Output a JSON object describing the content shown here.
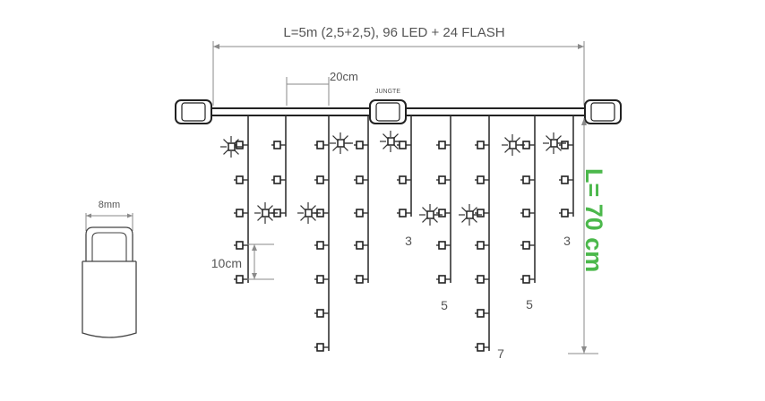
{
  "diagram": {
    "total_spec": "L=5m (2,5+2,5), 96 LED + 24 FLASH",
    "spacing_label": "20cm",
    "connector_label": "JUNGTE",
    "led_spacing_label": "10cm",
    "width_label": "8mm",
    "height_label": "L= 70 cm",
    "drop_counts": [
      "3",
      "5",
      "7",
      "5",
      "3"
    ],
    "colors": {
      "line": "#222222",
      "dimension": "#8a8a8a",
      "accent_green": "#4bb84b"
    }
  }
}
